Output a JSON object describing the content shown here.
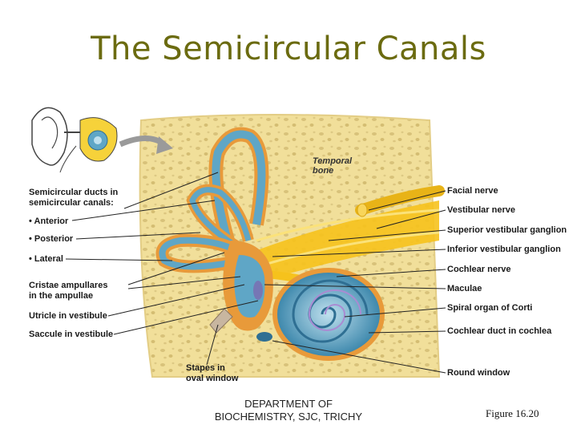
{
  "title": "The Semicircular Canals",
  "left_labels": {
    "semicircular_ducts_1": "Semicircular ducts in",
    "semicircular_ducts_2": "semicircular canals:",
    "anterior": "• Anterior",
    "posterior": "• Posterior",
    "lateral": "• Lateral",
    "cristae_1": "Cristae ampullares",
    "cristae_2": "in the ampullae",
    "utricle": "Utricle in vestibule",
    "saccule": "Saccule in vestibule",
    "stapes_1": "Stapes in",
    "stapes_2": "oval window"
  },
  "bone_label": {
    "line1": "Temporal",
    "line2": "bone"
  },
  "right_labels": {
    "facial_nerve": "Facial nerve",
    "vestibular_nerve": "Vestibular nerve",
    "superior_ganglion": "Superior vestibular ganglion",
    "inferior_ganglion": "Inferior vestibular ganglion",
    "cochlear_nerve": "Cochlear nerve",
    "maculae": "Maculae",
    "spiral_organ": "Spiral organ of Corti",
    "cochlear_duct": "Cochlear duct in cochlea",
    "round_window": "Round window"
  },
  "footer": {
    "line1": "DEPARTMENT OF",
    "line2": "BIOCHEMISTRY, SJC, TRICHY"
  },
  "figure_ref": "Figure 16.20",
  "colors": {
    "title": "#6b6b10",
    "bone": "#f1df9a",
    "canal": "#5fa6c6",
    "nerve": "#f6c21c",
    "ampulla": "#e89a3a"
  }
}
